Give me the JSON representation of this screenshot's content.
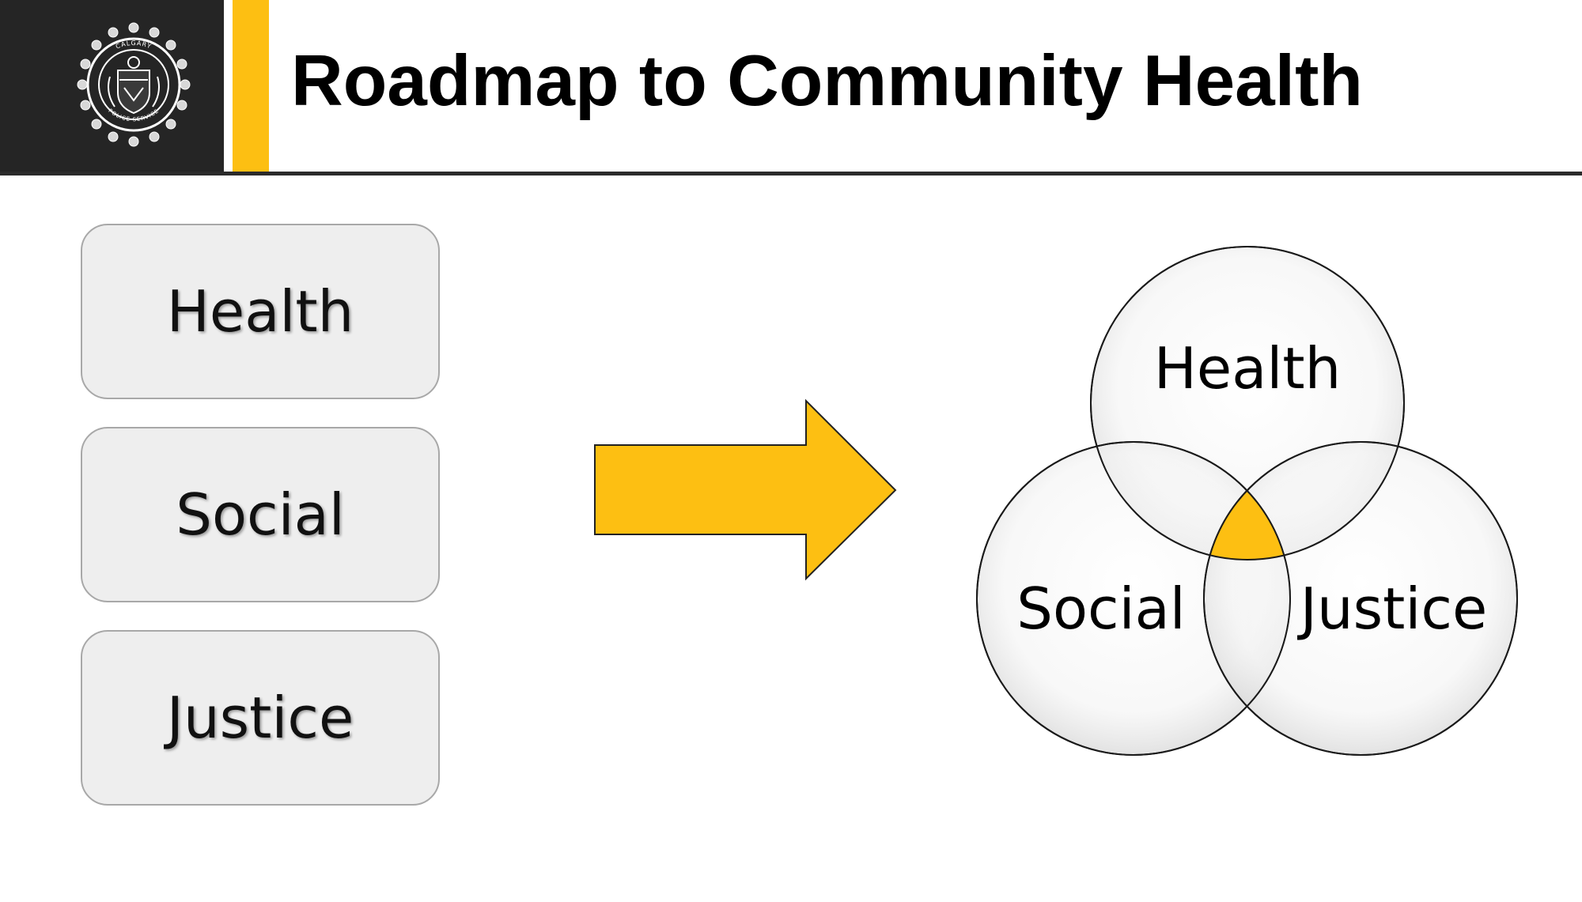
{
  "header": {
    "title": "Roadmap to Community Health",
    "logo_text_top": "CALGARY",
    "logo_text_bottom": "POLICE SERVICE"
  },
  "left_boxes": [
    {
      "label": "Health"
    },
    {
      "label": "Social"
    },
    {
      "label": "Justice"
    }
  ],
  "venn": {
    "top_label": "Health",
    "left_label": "Social",
    "right_label": "Justice"
  },
  "colors": {
    "accent": "#fdbf12",
    "header_panel": "#252525",
    "box_fill": "#eeeeee",
    "box_border": "#a8a8a8"
  },
  "icons": {
    "logo": "calgary-police-crest-icon",
    "arrow": "right-arrow-icon"
  }
}
